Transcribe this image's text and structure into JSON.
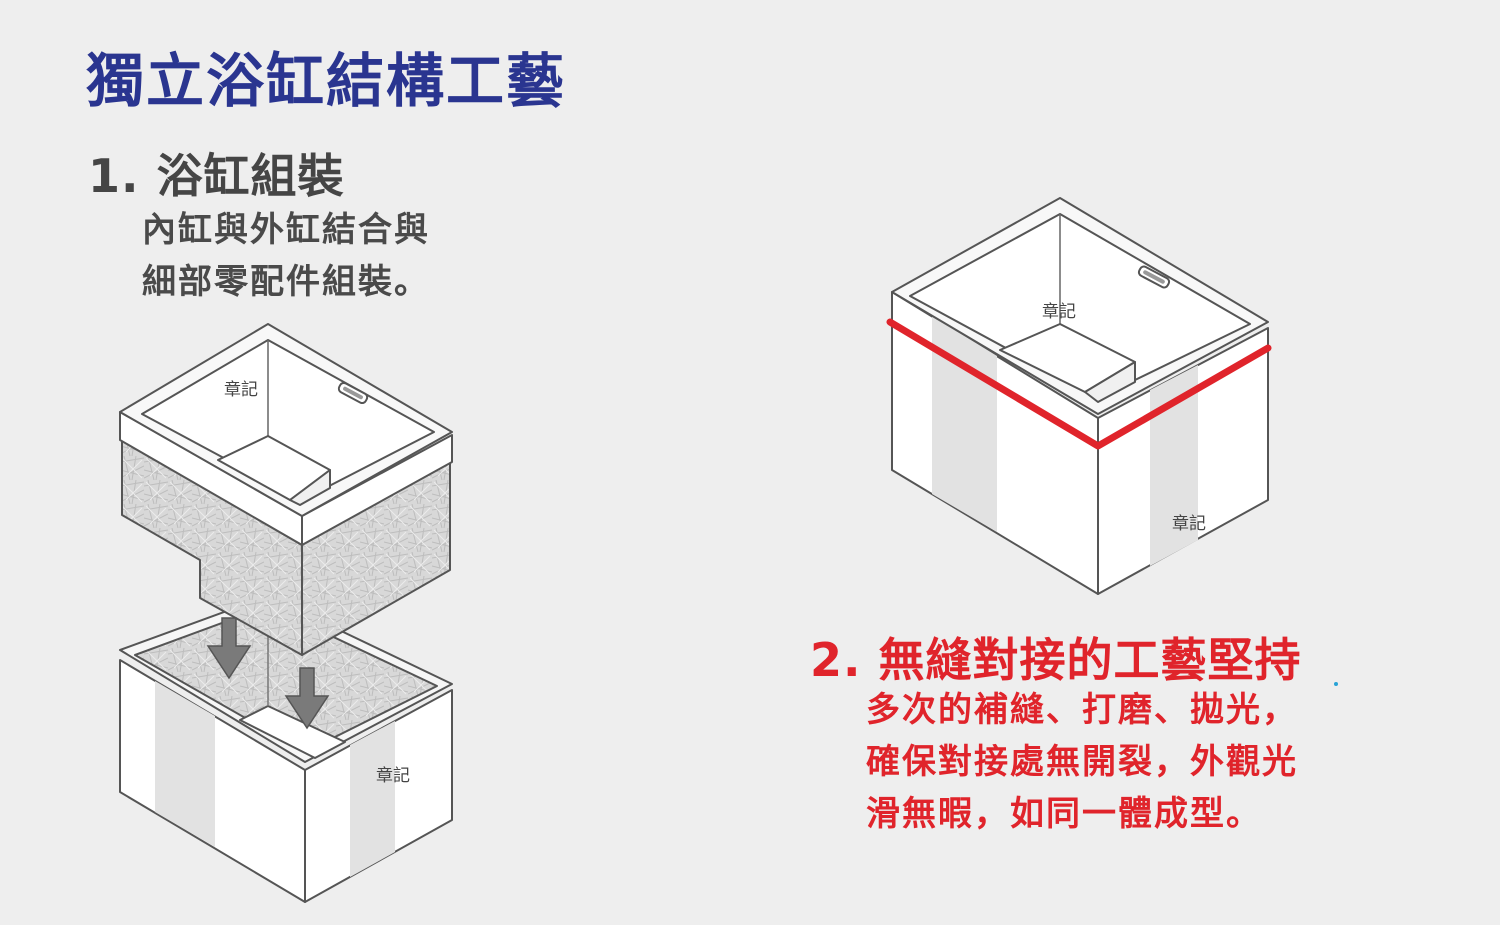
{
  "title": "獨立浴缸結構工藝",
  "section1": {
    "heading": "1. 浴缸組裝",
    "lines": [
      "內缸與外缸結合與",
      "細部零配件組裝。"
    ]
  },
  "section2": {
    "heading": "2. 無縫對接的工藝堅持",
    "lines": [
      "多次的補縫、打磨、拋光，",
      "確保對接處無開裂，外觀光",
      "滑無暇，如同一體成型。"
    ]
  },
  "stamps": {
    "inner_tub": "章記",
    "outer_tub": "章記",
    "joined_top": "章記",
    "joined_side": "章記"
  },
  "colors": {
    "title": "#2a3590",
    "accent_red": "#e0242b",
    "text_gray": "#454545",
    "outline": "#555555",
    "fiberglass": "#d6d6d6"
  },
  "icons": {
    "arrow": "down-arrow-icon",
    "drain": "overflow-drain-icon",
    "seam": "seam-line-icon"
  }
}
